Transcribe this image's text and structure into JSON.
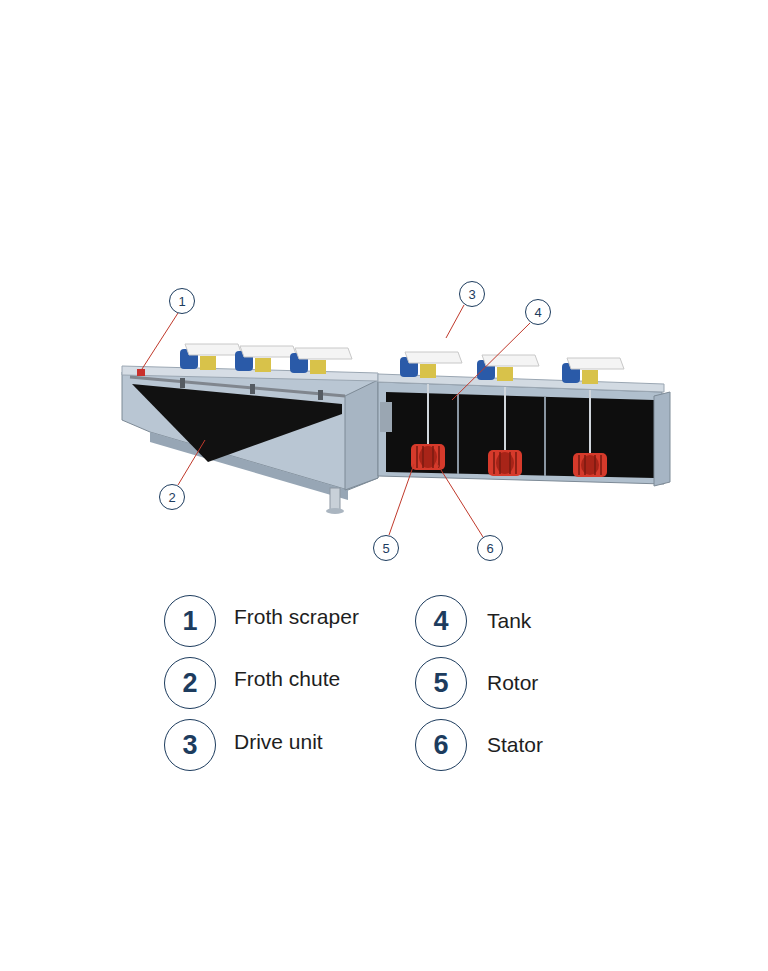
{
  "diagram": {
    "nodes": [
      {
        "text": [
          "1"
        ]
      },
      {
        "text": [
          "3"
        ]
      },
      {
        "text": [
          "4"
        ]
      },
      {
        "text": [
          "2"
        ]
      },
      {
        "text": [
          "5"
        ]
      },
      {
        "text": [
          "6"
        ]
      },
      {
        "text": [
          "1"
        ]
      },
      {
        "text": [
          "4"
        ]
      },
      {
        "text": [
          "2"
        ]
      },
      {
        "text": [
          "5"
        ]
      },
      {
        "text": [
          "3"
        ]
      },
      {
        "text": [
          "6"
        ]
      }
    ],
    "labels": [
      "Froth scraper",
      "Tank",
      "Froth chute",
      "Rotor",
      "Drive unit",
      "Stator"
    ]
  }
}
